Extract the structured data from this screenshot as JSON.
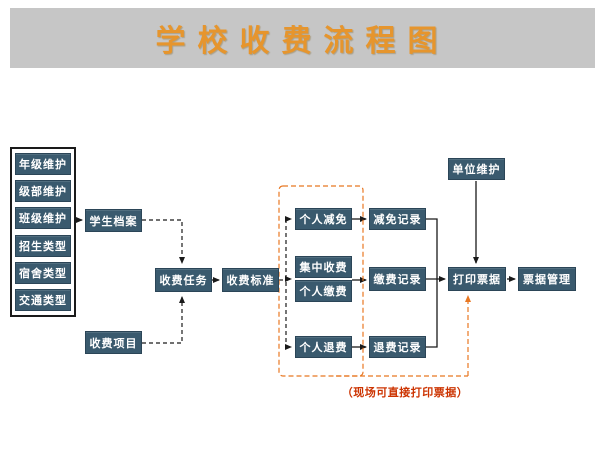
{
  "banner": {
    "title": "学校收费流程图"
  },
  "left_panel": {
    "items": [
      {
        "label": "年级维护"
      },
      {
        "label": "级部维护"
      },
      {
        "label": "班级维护"
      },
      {
        "label": "招生类型"
      },
      {
        "label": "宿舍类型"
      },
      {
        "label": "交通类型"
      }
    ]
  },
  "nodes": {
    "student_file": {
      "label": "学生档案"
    },
    "fee_item": {
      "label": "收费项目"
    },
    "fee_task": {
      "label": "收费任务"
    },
    "fee_standard": {
      "label": "收费标准"
    },
    "personal_reduction": {
      "label": "个人减免"
    },
    "central_charge": {
      "label": "集中收费"
    },
    "personal_payment": {
      "label": "个人缴费"
    },
    "personal_refund": {
      "label": "个人退费"
    },
    "reduction_record": {
      "label": "减免记录"
    },
    "payment_record": {
      "label": "缴费记录"
    },
    "refund_record": {
      "label": "退费记录"
    },
    "unit_maintenance": {
      "label": "单位维护"
    },
    "print_receipt": {
      "label": "打印票据"
    },
    "receipt_management": {
      "label": "票据管理"
    }
  },
  "annotation": {
    "text": "（现场可直接打印票据）"
  },
  "colors": {
    "node_bg": "#3a5a6e",
    "banner_bg": "#c6c6c6",
    "title_color": "#e6952d",
    "accent_dashed": "#e87722",
    "note_color": "#cc3300",
    "line": "#1a1a1a"
  }
}
